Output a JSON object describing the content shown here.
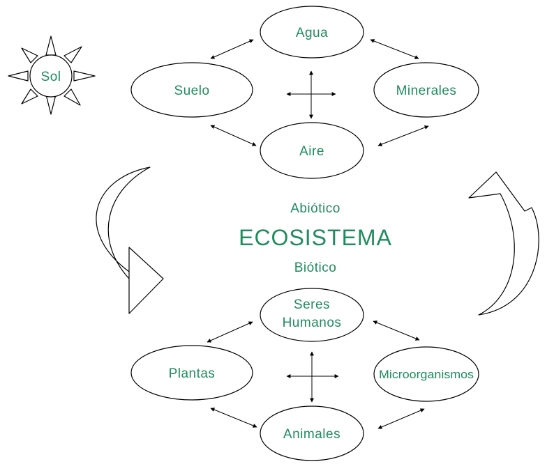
{
  "abiotic": {
    "agua": "Agua",
    "suelo": "Suelo",
    "minerales": "Minerales",
    "aire": "Aire"
  },
  "sun": {
    "label": "Sol"
  },
  "center": {
    "abiotico": "Abiótico",
    "title": "ECOSISTEMA",
    "biotico": "Biótico"
  },
  "biotic": {
    "seres_line1": "Seres",
    "seres_line2": "Humanos",
    "plantas": "Plantas",
    "microorganismos": "Microorganismos",
    "animales": "Animales"
  },
  "colors": {
    "text": "#1f8c5e",
    "stroke": "#000000",
    "background": "#ffffff"
  }
}
